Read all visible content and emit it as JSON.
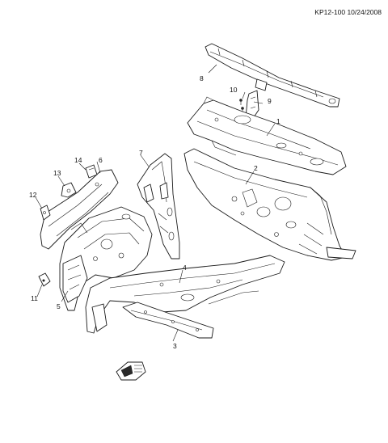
{
  "header": {
    "code": "KP12-100 10/24/2008"
  },
  "callouts": [
    "1",
    "2",
    "3",
    "4",
    "5",
    "6",
    "7",
    "8",
    "9",
    "10",
    "11",
    "12",
    "13",
    "14"
  ]
}
